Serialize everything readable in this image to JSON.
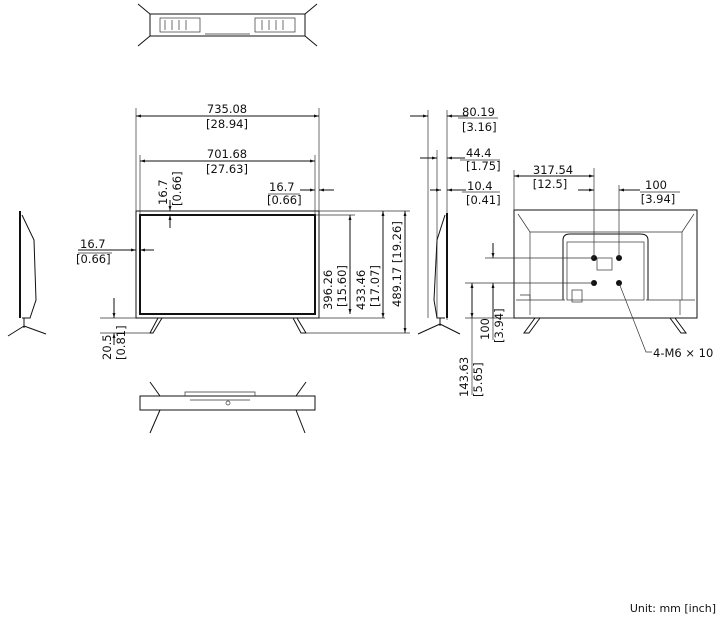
{
  "drawing": {
    "unit_label": "Unit: mm [inch]",
    "front_view": {
      "overall_width": {
        "mm": "735.08",
        "inch": "[28.94]"
      },
      "screen_width": {
        "mm": "701.68",
        "inch": "[27.63]"
      },
      "top_bezel": {
        "mm": "16.7",
        "inch": "[0.66]"
      },
      "side_bezel_right": {
        "mm": "16.7",
        "inch": "[0.66]"
      },
      "side_bezel_left": {
        "mm": "16.7",
        "inch": "[0.66]"
      },
      "screen_height": {
        "mm": "396.26",
        "inch": "[15.60]"
      },
      "body_height": {
        "mm": "433.46",
        "inch": "[17.07]"
      },
      "overall_height": {
        "mm": "489.17",
        "inch": "[19.26]"
      },
      "stand_clearance": {
        "mm": "20.5",
        "inch": "[0.81]"
      }
    },
    "side_view": {
      "depth_with_stand": {
        "mm": "80.19",
        "inch": "[3.16]"
      },
      "body_depth": {
        "mm": "44.4",
        "inch": "[1.75]"
      },
      "panel_depth": {
        "mm": "10.4",
        "inch": "[0.41]"
      }
    },
    "rear_view": {
      "mount_offset": {
        "mm": "317.54",
        "inch": "[12.5]"
      },
      "vesa_horizontal": {
        "mm": "100",
        "inch": "[3.94]"
      },
      "vesa_vertical": {
        "mm": "100",
        "inch": "[3.94]"
      },
      "mount_height": {
        "mm": "143.63",
        "inch": "[5.65]"
      },
      "screw_spec": "4-M6 × 10"
    }
  }
}
